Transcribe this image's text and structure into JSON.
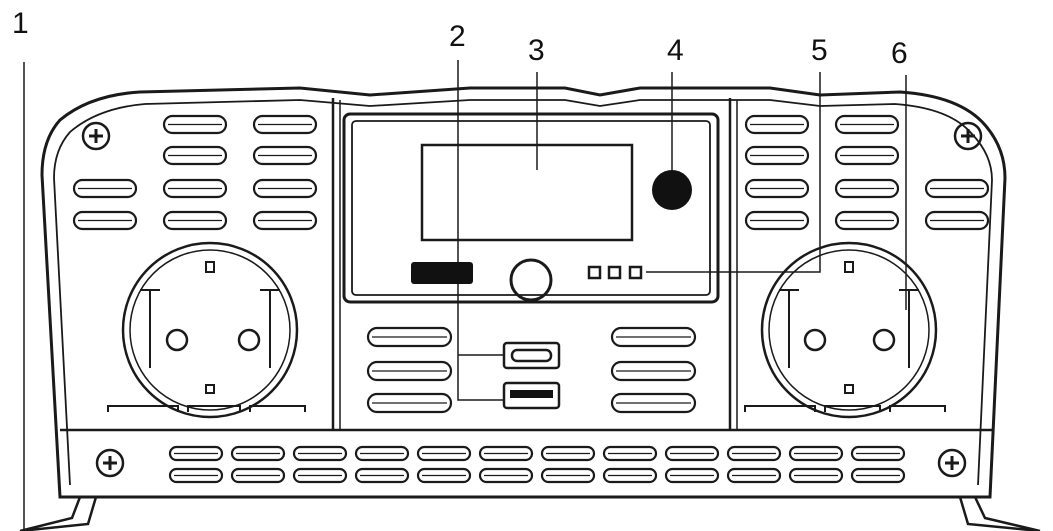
{
  "callouts": [
    {
      "id": "1",
      "label": "1"
    },
    {
      "id": "2",
      "label": "2"
    },
    {
      "id": "3",
      "label": "3"
    },
    {
      "id": "4",
      "label": "4"
    },
    {
      "id": "5",
      "label": "5"
    },
    {
      "id": "6",
      "label": "6"
    }
  ],
  "colors": {
    "line": "#1a1a1a",
    "background": "#ffffff",
    "knob": "#111111"
  },
  "icons": [
    "screw-icon",
    "socket-icon",
    "usb-c-port-icon",
    "usb-a-port-icon",
    "power-knob-icon",
    "power-button-icon",
    "led-indicator-icon"
  ]
}
